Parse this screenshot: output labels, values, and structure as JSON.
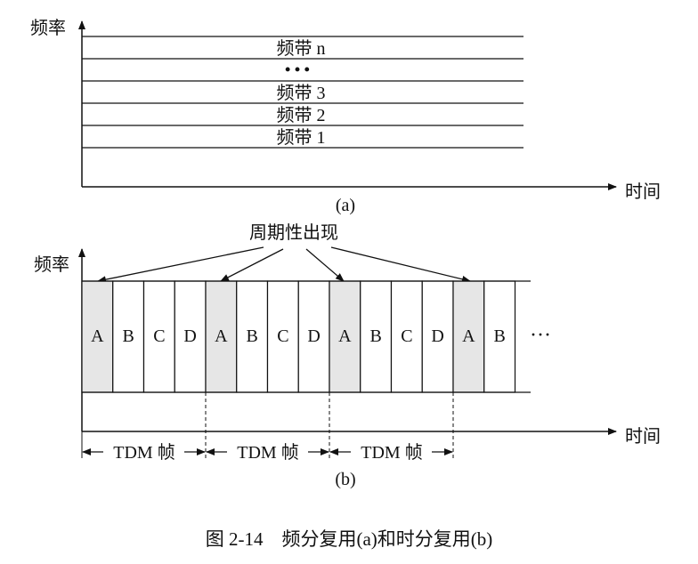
{
  "diagram_a": {
    "y_axis_label": "频率",
    "x_axis_label": "时间",
    "bands": [
      "频带 n",
      "• • •",
      "频带 3",
      "频带 2",
      "频带 1"
    ],
    "sub_caption": "(a)"
  },
  "diagram_b": {
    "y_axis_label": "频率",
    "x_axis_label": "时间",
    "periodic_label": "周期性出现",
    "slots": [
      "A",
      "B",
      "C",
      "D",
      "A",
      "B",
      "C",
      "D",
      "A",
      "B",
      "C",
      "D",
      "A",
      "B"
    ],
    "ellipsis": "···",
    "frame_labels": [
      "TDM 帧",
      "TDM 帧",
      "TDM 帧"
    ],
    "sub_caption": "(b)",
    "highlight_color": "#e6e6e6"
  },
  "figure_caption": "图 2-14    频分复用(a)和时分复用(b)"
}
